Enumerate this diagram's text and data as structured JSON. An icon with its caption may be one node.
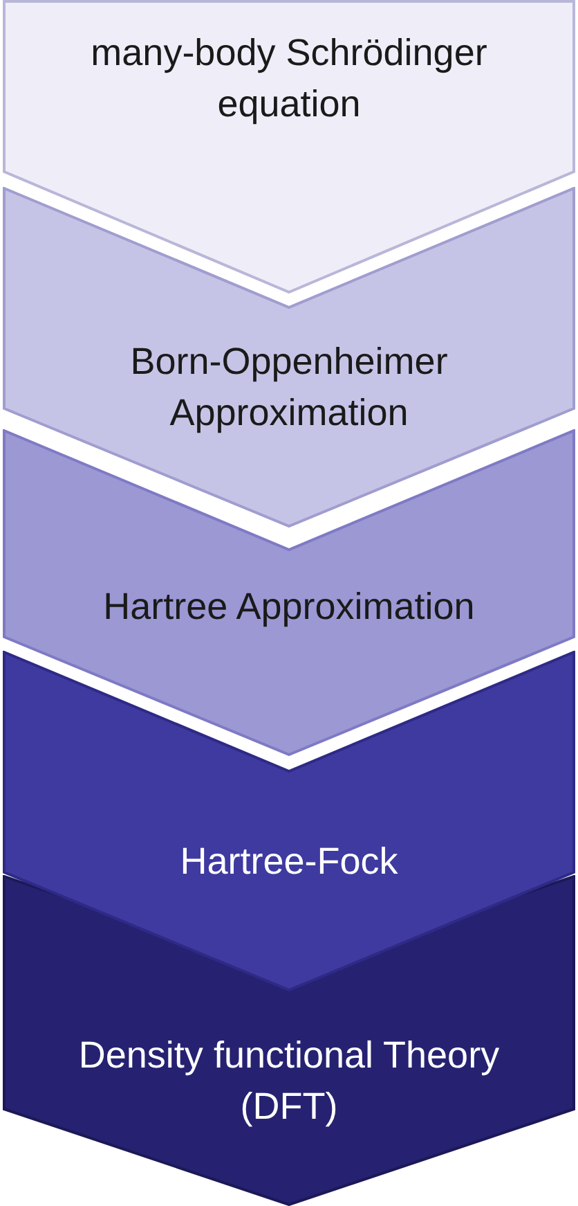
{
  "diagram": {
    "nodes": [
      {
        "text": [
          "many-body Schrödinger equation"
        ]
      },
      {
        "text": [
          "Born-Oppenheimer Approximation"
        ]
      },
      {
        "text": [
          "Hartree Approximation"
        ]
      },
      {
        "text": [
          "Hartree-Fock"
        ]
      },
      {
        "text": [
          "Density functional Theory (DFT)"
        ]
      }
    ]
  }
}
